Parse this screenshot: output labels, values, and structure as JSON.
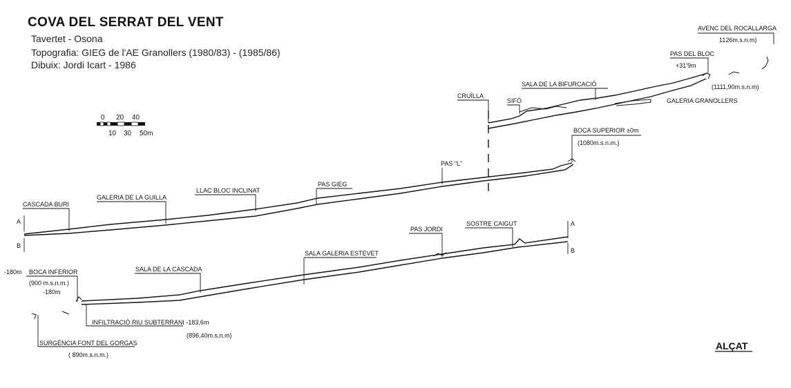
{
  "header": {
    "title": "COVA DEL SERRAT DEL VENT",
    "location": "Tavertet - Osona",
    "topography": "Topografia: GIEG de l'AE Granollers (1980/83) - (1985/86)",
    "drawing": "Dibuix:  Jordi Icart - 1986"
  },
  "scale": {
    "top_ticks": [
      "0",
      "20",
      "40"
    ],
    "bottom_ticks": [
      "10",
      "30",
      "50m"
    ]
  },
  "labels": {
    "avenc_rocallarga": "AVENC DEL ROCALLARGA",
    "avenc_alt": "1126m.s.n.m)",
    "pas_bloc": "PAS DEL BLOC",
    "pas_bloc_depth": "+31'9m",
    "pas_bloc_alt": "(1111,90m.s.n.m)",
    "sala_bifurcacio": "SALA DE LA BIFURCACIÓ",
    "galeria_granollers": "GALERIA GRANOLLERS",
    "cruilla": "CRUÏLLA",
    "sifo": "SIFÓ",
    "boca_superior": "BOCA SUPERIOR ±0m",
    "boca_superior_alt": "(1080m.s.n.m.)",
    "pas_l": "PAS \"L\"",
    "pas_gieg": "PAS GIEG",
    "llac_bloc": "LLAC BLOC INCLINAT",
    "galeria_guilla": "GALERIA DE LA GUILLA",
    "cascada_buri": "CASCADA BURI",
    "a_left": "A",
    "b_left": "B",
    "a_right": "A",
    "b_right": "B",
    "pas_jordi": "PAS JORDI",
    "sostre_caigut": "SOSTRE CAIGUT",
    "sala_estevet": "SALA GALERIA ESTEVET",
    "sala_cascada": "SALA DE LA CASCADA",
    "depth_left": "-180m",
    "boca_inferior": "BOCA INFERIOR",
    "boca_inferior_alt": "(900 m.s.n.m.)",
    "boca_inferior_depth": "-180m",
    "infiltracio": "INFILTRACIÓ RIU SUBTERRANI -183,6m",
    "infiltracio_alt": "(896,40m.s.n.m)",
    "surgencia": "SURGÈNCIA FONT DEL GORGAS",
    "surgencia_alt": "( 890m.s.n.m.)",
    "view": "ALÇAT"
  }
}
